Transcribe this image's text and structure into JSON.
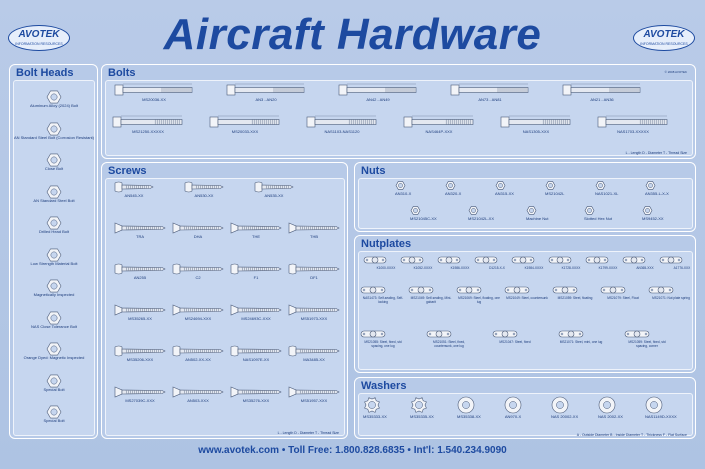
{
  "title": "Aircraft Hardware",
  "logo": {
    "brand": "AVOTEK",
    "sub": "INFORMATION RESOURCES"
  },
  "footer": "www.avotek.com • Toll Free: 1.800.828.6835 • Int'l: 1.540.234.9090",
  "copyright": "© 2008 AVOTEK",
  "colors": {
    "background": "#b3c7e6",
    "accent": "#1d4aa0",
    "panel": "#b7cae8",
    "inner": "#c6d6ef"
  },
  "bolt_heads": {
    "title": "Bolt Heads",
    "items": [
      "Aluminum Alloy (2024) Bolt",
      "AN Standard Steel Bolt (Corrosion Resistant)",
      "Close Bolt",
      "AN Standard Steel Bolt",
      "Drilled Head Bolt",
      "Low Strength Material Bolt",
      "Magnetically Inspected",
      "NAS Close Tolerance Bolt",
      "Orange Dyed: Magnetic Inspected",
      "Special Bolt",
      "Special Bolt"
    ]
  },
  "bolts": {
    "title": "Bolts",
    "row1": [
      "MS20036-XX",
      "AN3 - AN20",
      "AN42 - AN49",
      "AN73 - AN81",
      "AN21 - AN36"
    ],
    "row2": [
      "MS21250-XXXXX",
      "MS20033-XXX",
      "NAS1103-NAS1120",
      "NAS464P-XXX",
      "NAS1305-XXX",
      "NAS1703-XXXXX"
    ],
    "legend": "L - Length  D - Diameter  T - Thread Size"
  },
  "screws": {
    "title": "Screws",
    "row1": [
      "AN545-XX",
      "AN530-XX",
      "AN535-XX"
    ],
    "row2": [
      "TRA",
      "DHA",
      "THE",
      "THB"
    ],
    "row3": [
      "AN255",
      "C2",
      "F1",
      "DF1"
    ],
    "row4": [
      "MS35265-XX",
      "MS24694-XXX",
      "MS24693C-XXX",
      "MS51973-XXX"
    ],
    "row5": [
      "MS35206-XXX",
      "AN502-XX-XX",
      "NAS1097E-XX",
      "MA3485-XX"
    ],
    "row6": [
      "MS27039C-XXX",
      "AN503-XXX",
      "MS35276-XXX",
      "MS51957-XXX"
    ],
    "legend": "L - Length  D - Diameter  T - Thread Size"
  },
  "nuts": {
    "title": "Nuts",
    "row1": [
      "AN310-X",
      "AN320-X",
      "AN315-XX",
      "MS21042L",
      "NAS1021-XL",
      "AN355-L-X-X"
    ],
    "row2": [
      "MS21045C-XX",
      "MS21042L-XX",
      "Machine Nut",
      "Slotted Hex Nut",
      "MS9452-XX"
    ]
  },
  "nutplates": {
    "title": "Nutplates",
    "row1": [
      "K1000-XXXX",
      "K1052-XXXX",
      "K1986-XXXX",
      "D1215-X-X",
      "K1984-XXXX",
      "K1728-XXXX",
      "K1799-XXXX",
      "AN365-XXX",
      "A1776-XXX"
    ],
    "row2": [
      "NAS1473: Self-sealing, Self-locking",
      "MS21049: Self-sealing, Mini-gabarit",
      "MS21069: Steel, floating, one lug",
      "MS21049: Steel, countersunk",
      "MS21059: Steel, floating",
      "MS21079: Steel, Float",
      "MS21071: Nut plate spring"
    ],
    "row3": [
      "MS21055: Steel, fixed, std spacing, one lug",
      "MS21051: Steel, fixed, countersunk, one lug",
      "MS21047: Steel, fixed",
      "MS21071: Steel, mini, one lug",
      "MS21059: Steel, fixed, std spacing, corner"
    ]
  },
  "washers": {
    "title": "Washers",
    "items": [
      "MS35333-XX",
      "MS35335-XX",
      "MS35338-XX",
      "AN970-X",
      "NAS 20002-XX",
      "NAS 2002-XX",
      "NAS1149D-XXXX"
    ],
    "legend": "A - Outside Diameter  B - Inside Diameter  T - Thickness  F - Flat Surface"
  }
}
